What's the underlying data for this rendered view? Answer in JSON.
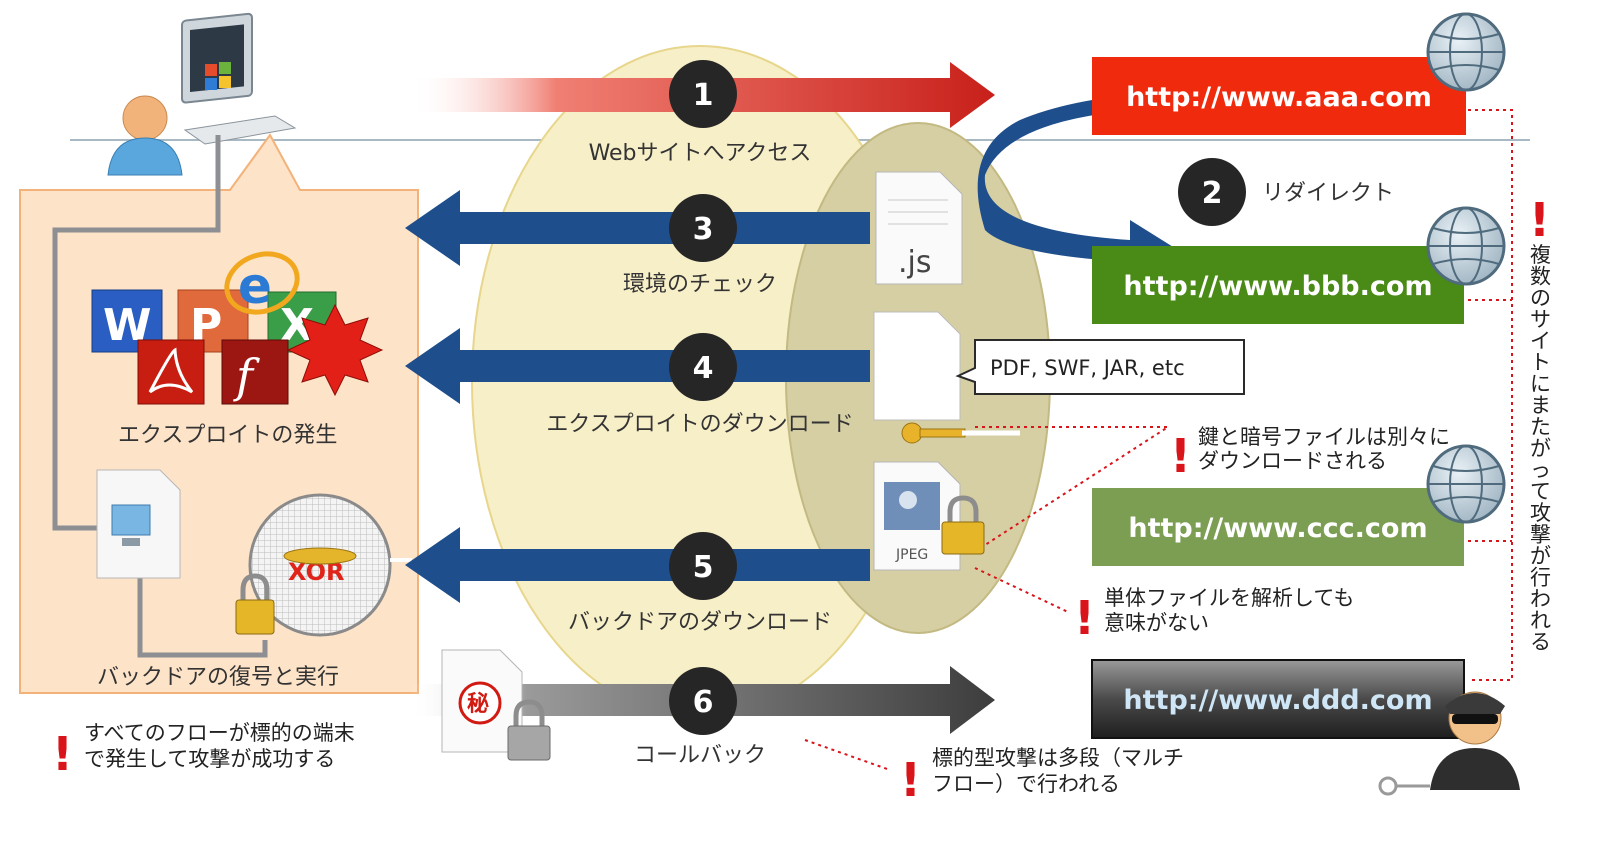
{
  "steps": [
    {
      "number": "1",
      "label": "Webサイトへアクセス"
    },
    {
      "number": "2",
      "label": "リダイレクト"
    },
    {
      "number": "3",
      "label": "環境のチェック"
    },
    {
      "number": "4",
      "label": "エクスプロイトのダウンロード"
    },
    {
      "number": "5",
      "label": "バックドアのダウンロード"
    },
    {
      "number": "6",
      "label": "コールバック"
    }
  ],
  "sites": [
    {
      "url": "http://www.aaa.com",
      "color": "#f02a0c"
    },
    {
      "url": "http://www.bbb.com",
      "color": "#4a8a16"
    },
    {
      "url": "http://www.ccc.com",
      "color": "#7c9e52"
    },
    {
      "url": "http://www.ddd.com",
      "color": "#3a3a3a"
    }
  ],
  "client": {
    "exploit_label": "エクスプロイトの発生",
    "backdoor_label": "バックドアの復号と実行",
    "xor_label": "XOR",
    "js_label": ".js",
    "jpeg_label": "JPEG",
    "secret_label": "秘"
  },
  "callout": "PDF, SWF, JAR, etc",
  "notes": {
    "keys_line1": "鍵と暗号ファイルは別々に",
    "keys_line2": "ダウンロードされる",
    "single_line1": "単体ファイルを解析しても",
    "single_line2": "意味がない",
    "flow_line1": "すべてのフローが標的の端末",
    "flow_line2": "で発生して攻撃が成功する",
    "multi_line1": "標的型攻撃は多段（マルチ",
    "multi_line2": "フロー）で行われる",
    "vertical": "複数のサイトにまたがって攻撃が行われる",
    "exclaim": "!"
  },
  "colors": {
    "red_arrow": "#c8201a",
    "blue_arrow": "#1f4e8c",
    "gray_arrow": "#3d3d3d",
    "client_panel": "#fde3c8",
    "ellipse_outer": "#f7efc8",
    "ellipse_inner": "#d6cfa4",
    "alert_red": "#d9141a"
  }
}
